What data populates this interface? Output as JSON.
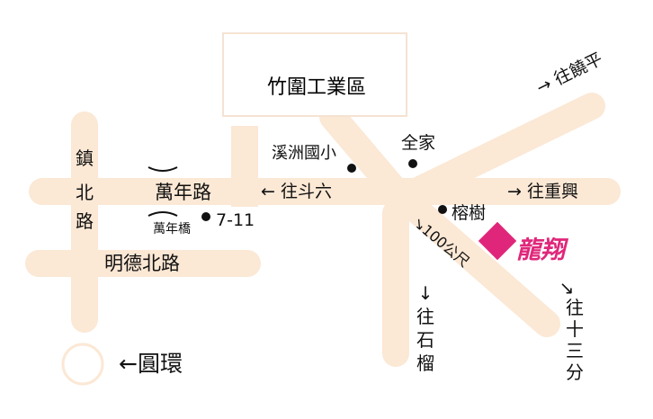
{
  "colors": {
    "road": "#fbe8d5",
    "text": "#111111",
    "brand": "#e0267a"
  },
  "labels": {
    "industrial_park": "竹圍工業區",
    "to_raoping": "→ 往饒平",
    "familymart": "全家",
    "xizhou_school": "溪洲國小",
    "to_douliu": "← 往斗六",
    "to_chongxing": "→ 往重興",
    "rongshu": "榕樹",
    "distance": "↘100公尺",
    "brand": "龍翔",
    "wannian_road": "萬年路",
    "wannian_bridge": "萬年橋",
    "seven_eleven": "7-11",
    "mingde_north_road": "明德北路",
    "zhenbei_road": [
      "鎮",
      "北",
      "路"
    ],
    "to_shiliu": [
      "↓",
      "往",
      "石",
      "榴"
    ],
    "to_shisanfen": [
      "↘",
      "往",
      "十",
      "三",
      "分"
    ],
    "roundabout": "←圓環"
  },
  "icons": [
    "bridge-mark-icon",
    "location-dot-icon",
    "brand-diamond-icon",
    "roundabout-circle-icon"
  ]
}
